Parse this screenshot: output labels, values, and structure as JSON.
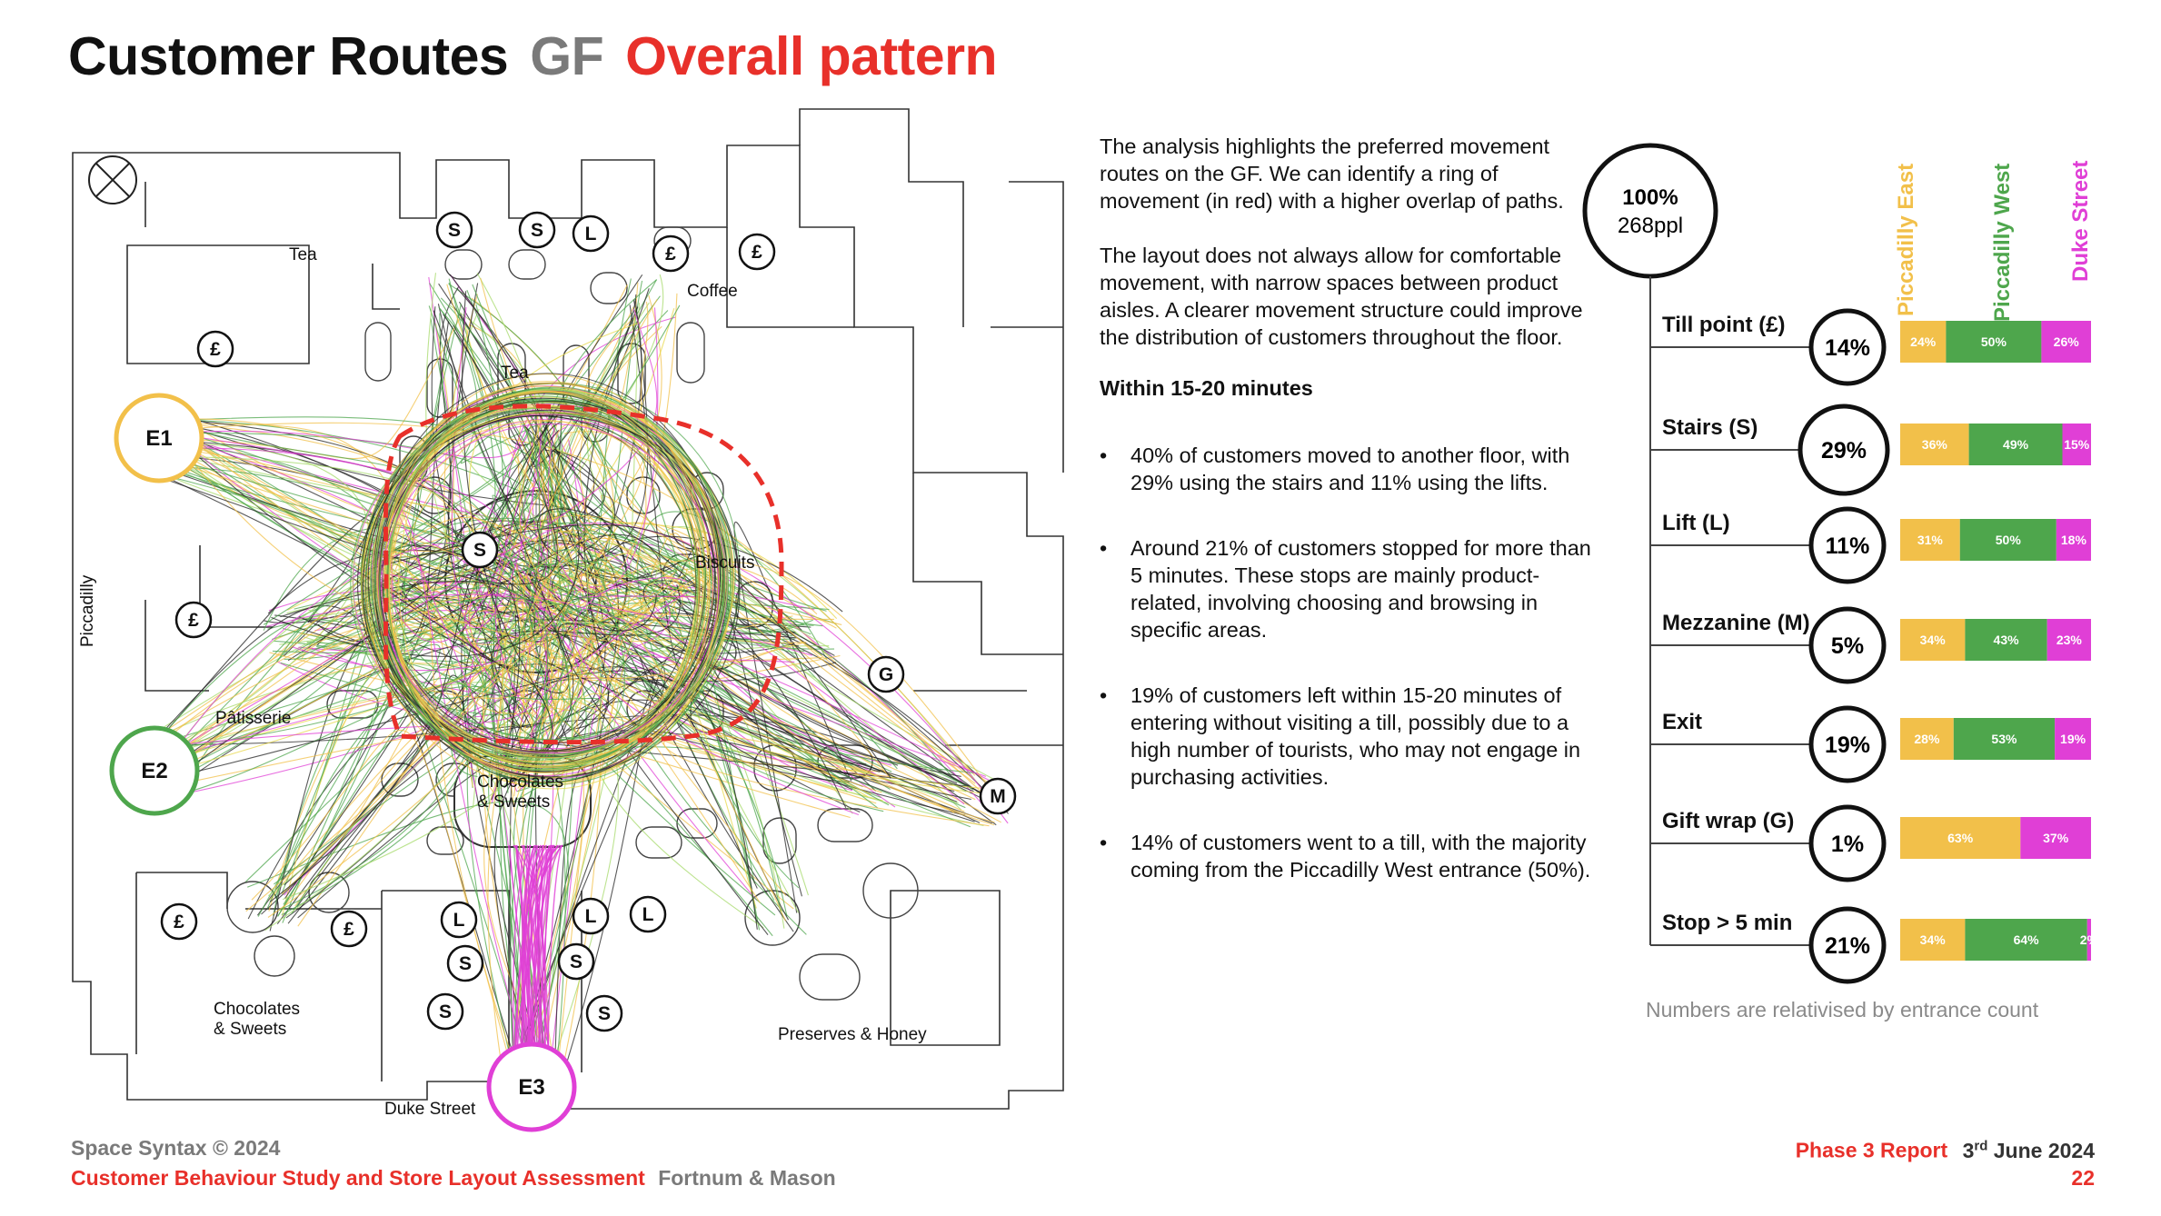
{
  "title": {
    "main": "Customer Routes",
    "floor": "GF",
    "subtitle": "Overall pattern"
  },
  "colors": {
    "red": "#e8302a",
    "grey": "#7a7a7a",
    "piccadilly_east": "#f2c04a",
    "piccadilly_west": "#4ea64c",
    "duke_street": "#e03fd6"
  },
  "plan": {
    "labels": {
      "tea_top": "Tea",
      "coffee": "Coffee",
      "tea_mid": "Tea",
      "piccadilly": "Piccadilly",
      "biscuits": "Biscuits",
      "patisserie": "Pâtisserie",
      "choc_centre": "Chocolates\n& Sweets",
      "choc_bottom": "Chocolates\n& Sweets",
      "preserves": "Preserves & Honey",
      "duke_street": "Duke Street"
    },
    "entrances": {
      "e1": "E1",
      "e2": "E2",
      "e3": "E3"
    },
    "markers": [
      "S",
      "S",
      "L",
      "£",
      "£",
      "£",
      "S",
      "£",
      "G",
      "M",
      "L",
      "L",
      "L",
      "S",
      "S",
      "S",
      "S",
      "£",
      "£"
    ]
  },
  "analysis": {
    "p1": "The analysis highlights the preferred movement routes on the GF. We can identify a ring of movement (in red) with a higher overlap of paths.",
    "p2": "The layout does not always allow for comfortable movement, with narrow spaces between product aisles. A clearer movement structure could improve the distribution of customers throughout the floor.",
    "subheading": "Within 15-20 minutes",
    "bullets": [
      "40% of customers moved to another floor, with 29% using the stairs and 11% using the lifts.",
      "Around 21% of customers stopped for more than 5 minutes. These stops are mainly product-related, involving choosing and browsing in specific areas.",
      "19% of customers left within 15-20 minutes of entering without visiting a till, possibly due to a high number of tourists, who may not engage in purchasing activities.",
      "14% of customers went to a till, with the majority coming from the Piccadilly West entrance (50%)."
    ]
  },
  "chart_data": {
    "type": "bar",
    "stacked": "100%",
    "root": {
      "percent": "100%",
      "count": "268ppl"
    },
    "legend": [
      "Piccadilly East",
      "Piccadilly West",
      "Duke Street"
    ],
    "categories": [
      {
        "label": "Till point (£)",
        "share": "14%",
        "east": 24,
        "west": 50,
        "duke": 26
      },
      {
        "label": "Stairs (S)",
        "share": "29%",
        "east": 36,
        "west": 49,
        "duke": 15
      },
      {
        "label": "Lift  (L)",
        "share": "11%",
        "east": 31,
        "west": 50,
        "duke": 18
      },
      {
        "label": "Mezzanine  (M)",
        "share": "5%",
        "east": 34,
        "west": 43,
        "duke": 23
      },
      {
        "label": "Exit",
        "share": "19%",
        "east": 28,
        "west": 53,
        "duke": 19
      },
      {
        "label": "Gift wrap (G)",
        "share": "1%",
        "east": 63,
        "west": 0,
        "duke": 37
      },
      {
        "label": "Stop > 5 min",
        "share": "21%",
        "east": 34,
        "west": 64,
        "duke": 2
      }
    ],
    "note": "Numbers are relativised by entrance count"
  },
  "footer": {
    "copyright": "Space Syntax © 2024",
    "study": "Customer Behaviour Study and Store Layout Assessment",
    "client": "Fortnum & Mason",
    "report": "Phase 3 Report",
    "date_day": "3",
    "date_sup": "rd",
    "date_rest": " June 2024",
    "page": "22"
  }
}
